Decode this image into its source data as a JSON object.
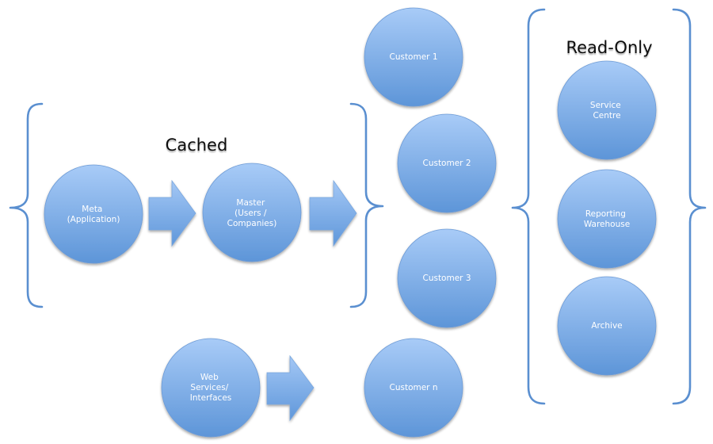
{
  "colors": {
    "node_top": "#a8cbf7",
    "node_bottom": "#5d95d8",
    "arrow_top": "#a3c7f5",
    "arrow_bottom": "#5f97da",
    "brace": "#5a8fd0",
    "label_text": "#ffffff",
    "group_text": "#111111"
  },
  "groups": [
    {
      "id": "cached",
      "label": "Cached"
    },
    {
      "id": "read_only",
      "label": "Read-Only"
    }
  ],
  "nodes": [
    {
      "id": "meta",
      "group": "cached",
      "lines": [
        "Meta",
        "(Application)"
      ]
    },
    {
      "id": "master",
      "group": "cached",
      "lines": [
        "Master",
        "(Users /",
        "Companies)"
      ]
    },
    {
      "id": "customer_1",
      "group": "customers",
      "lines": [
        "Customer 1"
      ]
    },
    {
      "id": "customer_2",
      "group": "customers",
      "lines": [
        "Customer 2"
      ]
    },
    {
      "id": "customer_3",
      "group": "customers",
      "lines": [
        "Customer 3"
      ]
    },
    {
      "id": "customer_n",
      "group": "customers",
      "lines": [
        "Customer n"
      ]
    },
    {
      "id": "web_services",
      "group": "none",
      "lines": [
        "Web",
        "Services/",
        "Interfaces"
      ]
    },
    {
      "id": "service_centre",
      "group": "read_only",
      "lines": [
        "Service",
        "Centre"
      ]
    },
    {
      "id": "reporting_warehouse",
      "group": "read_only",
      "lines": [
        "Reporting",
        "Warehouse"
      ]
    },
    {
      "id": "archive",
      "group": "read_only",
      "lines": [
        "Archive"
      ]
    }
  ],
  "edges": [
    {
      "from": "meta",
      "to": "master"
    },
    {
      "from": "master",
      "to": "customers"
    },
    {
      "from": "web_services",
      "to": "customer_n"
    }
  ]
}
